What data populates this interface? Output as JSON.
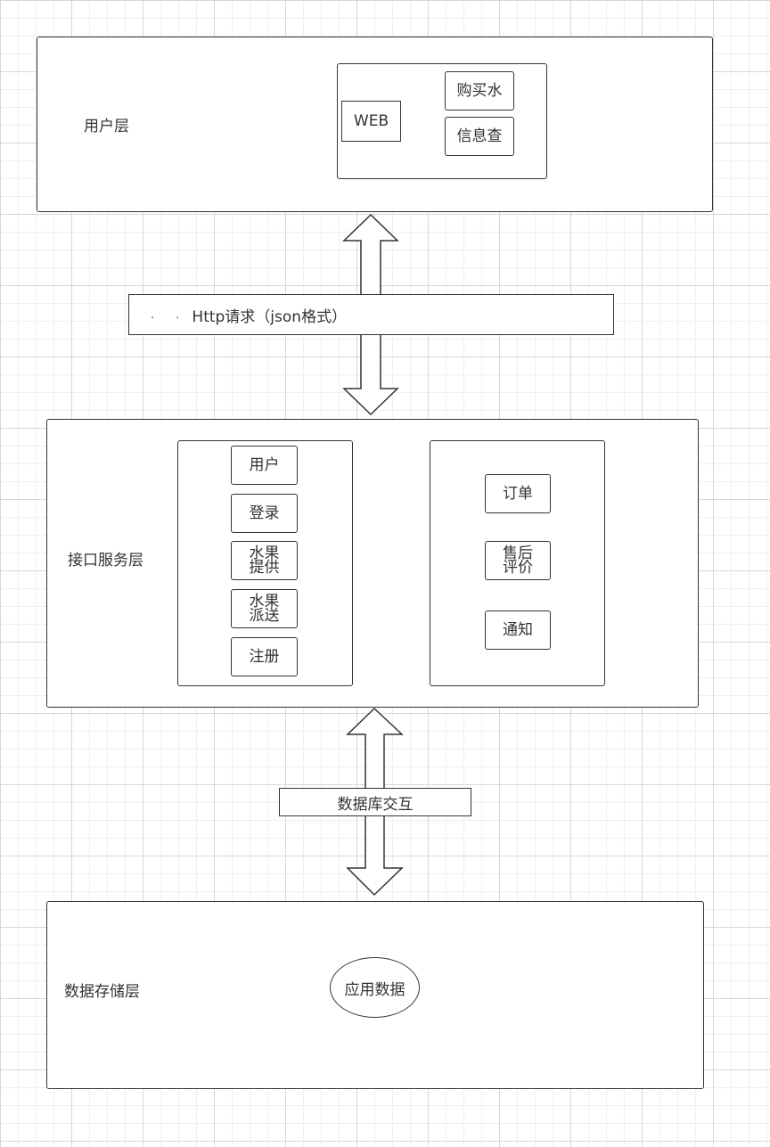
{
  "user_layer": {
    "title": "用户层",
    "web": "WEB",
    "buy_water": "购买水",
    "info_query": "信息查"
  },
  "http_bar": {
    "dots": ". .",
    "label": "Http请求（json格式）"
  },
  "service_layer": {
    "title": "接口服务层",
    "left_items": [
      {
        "line1": "用户"
      },
      {
        "line1": "登录"
      },
      {
        "line1": "水果",
        "line2": "提供"
      },
      {
        "line1": "水果",
        "line2": "派送"
      },
      {
        "line1": "注册"
      }
    ],
    "right_items": [
      {
        "line1": "订单"
      },
      {
        "line1": "售后",
        "line2": "评价"
      },
      {
        "line1": "通知"
      }
    ]
  },
  "db_bar": {
    "label": "数据库交互"
  },
  "storage_layer": {
    "title": "数据存储层",
    "app_data": "应用数据"
  }
}
